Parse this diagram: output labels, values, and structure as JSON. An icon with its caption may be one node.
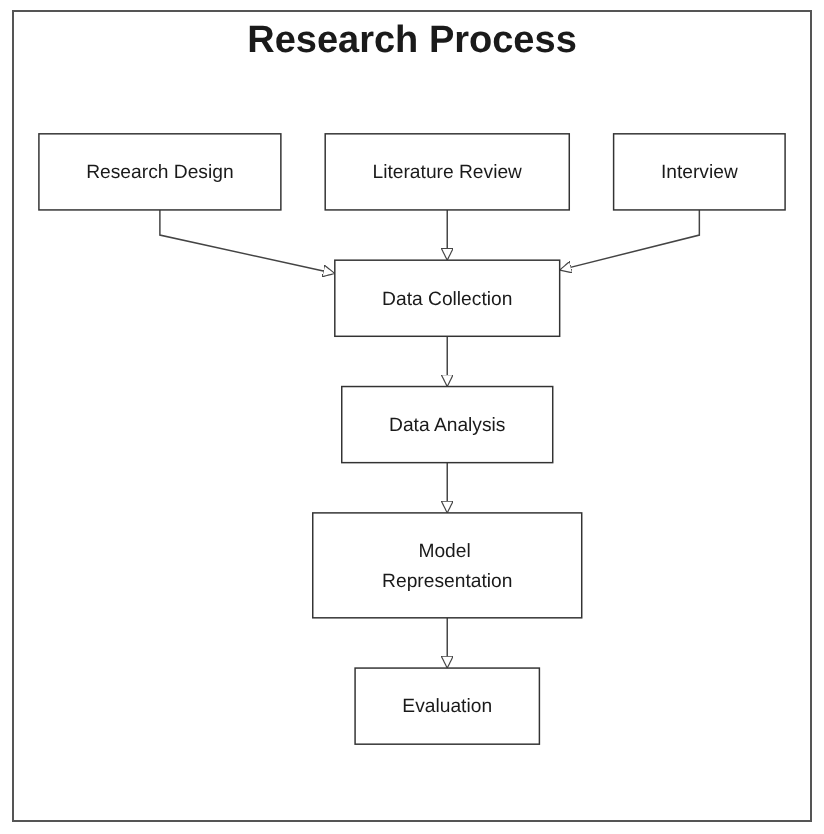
{
  "diagram": {
    "title": "Research Process",
    "nodes": [
      {
        "text": [
          "Research Design"
        ]
      },
      {
        "text": [
          "Literature Review"
        ]
      },
      {
        "text": [
          "Data Collection"
        ]
      },
      {
        "text": [
          "Interview"
        ]
      },
      {
        "text": [
          "Data Analysis"
        ]
      },
      {
        "text": [
          "Model Representation"
        ]
      },
      {
        "text": [
          "Evaluation"
        ]
      }
    ],
    "edges": [
      {
        "from": 0,
        "to": 2,
        "arrow": "to"
      },
      {
        "from": 1,
        "to": 2,
        "arrow": "to"
      },
      {
        "from": 3,
        "to": 2,
        "arrow": "to"
      },
      {
        "from": 2,
        "to": 4,
        "arrow": "to"
      },
      {
        "from": 4,
        "to": 5,
        "arrow": "to"
      },
      {
        "from": 5,
        "to": 6,
        "arrow": "to"
      }
    ]
  }
}
